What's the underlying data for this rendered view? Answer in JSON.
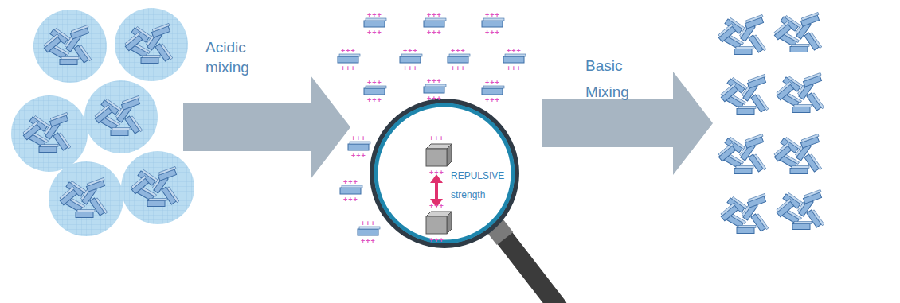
{
  "diagram": {
    "nodes": [
      {
        "text": [
          "REPULSIVE strength"
        ]
      }
    ],
    "labels": [
      "Acidic mixing",
      "Basic Mixing",
      "+++",
      "+++",
      "+++",
      "+++",
      "+++",
      "+++",
      "+++",
      "+++",
      "+++",
      "+++",
      "+++",
      "+++",
      "+++",
      "+++",
      "+++",
      "+++",
      "+++",
      "+++",
      "+++",
      "+++",
      "+++",
      "+++",
      "+++",
      "+++",
      "+++",
      "+++",
      "+++",
      "+++",
      "+++",
      "+++"
    ]
  }
}
